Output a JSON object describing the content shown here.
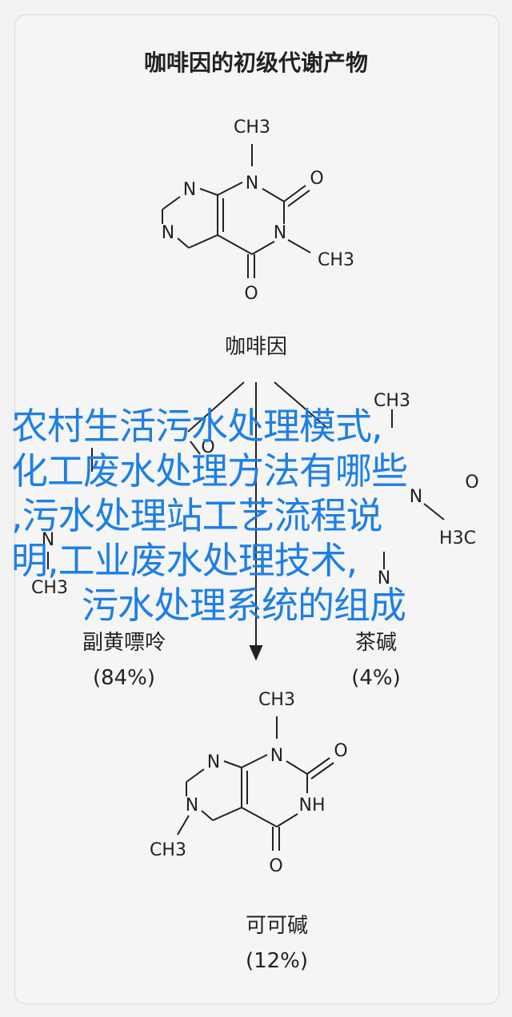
{
  "diagram": {
    "title": "咖啡因的初级代谢产物",
    "parent": {
      "name": "咖啡因",
      "atoms": {
        "top_ch3": "CH3",
        "n1": "N",
        "n_left_top": "N",
        "n_left_bottom": "N",
        "n_right": "N",
        "o_right": "O",
        "ch3_right": "CH3",
        "o_bottom": "O"
      }
    },
    "products": [
      {
        "name": "副黄嘌呤",
        "percent": "(84%)",
        "visible_atoms": [
          "O",
          "N",
          "CH3"
        ]
      },
      {
        "name": "茶碱",
        "percent": "(4%)",
        "visible_atoms": [
          "CH3",
          "N",
          "O",
          "H3C",
          "N"
        ]
      },
      {
        "name": "可可碱",
        "percent": "(12%)",
        "atoms": {
          "top_ch3": "CH3",
          "n_top": "N",
          "o_right": "O",
          "n_left_top": "N",
          "n_left_bottom": "N",
          "nh": "NH",
          "ch3_bottom": "CH3",
          "o_bottom": "O"
        }
      }
    ]
  },
  "overlay_text": {
    "lines": [
      "农村生活污水处理模式,",
      "化工废水处理方法有哪些",
      ",污水处理站工艺流程说",
      "明,工业废水处理技术,",
      "污水处理系统的组成"
    ],
    "color": "#1e7fe6"
  }
}
